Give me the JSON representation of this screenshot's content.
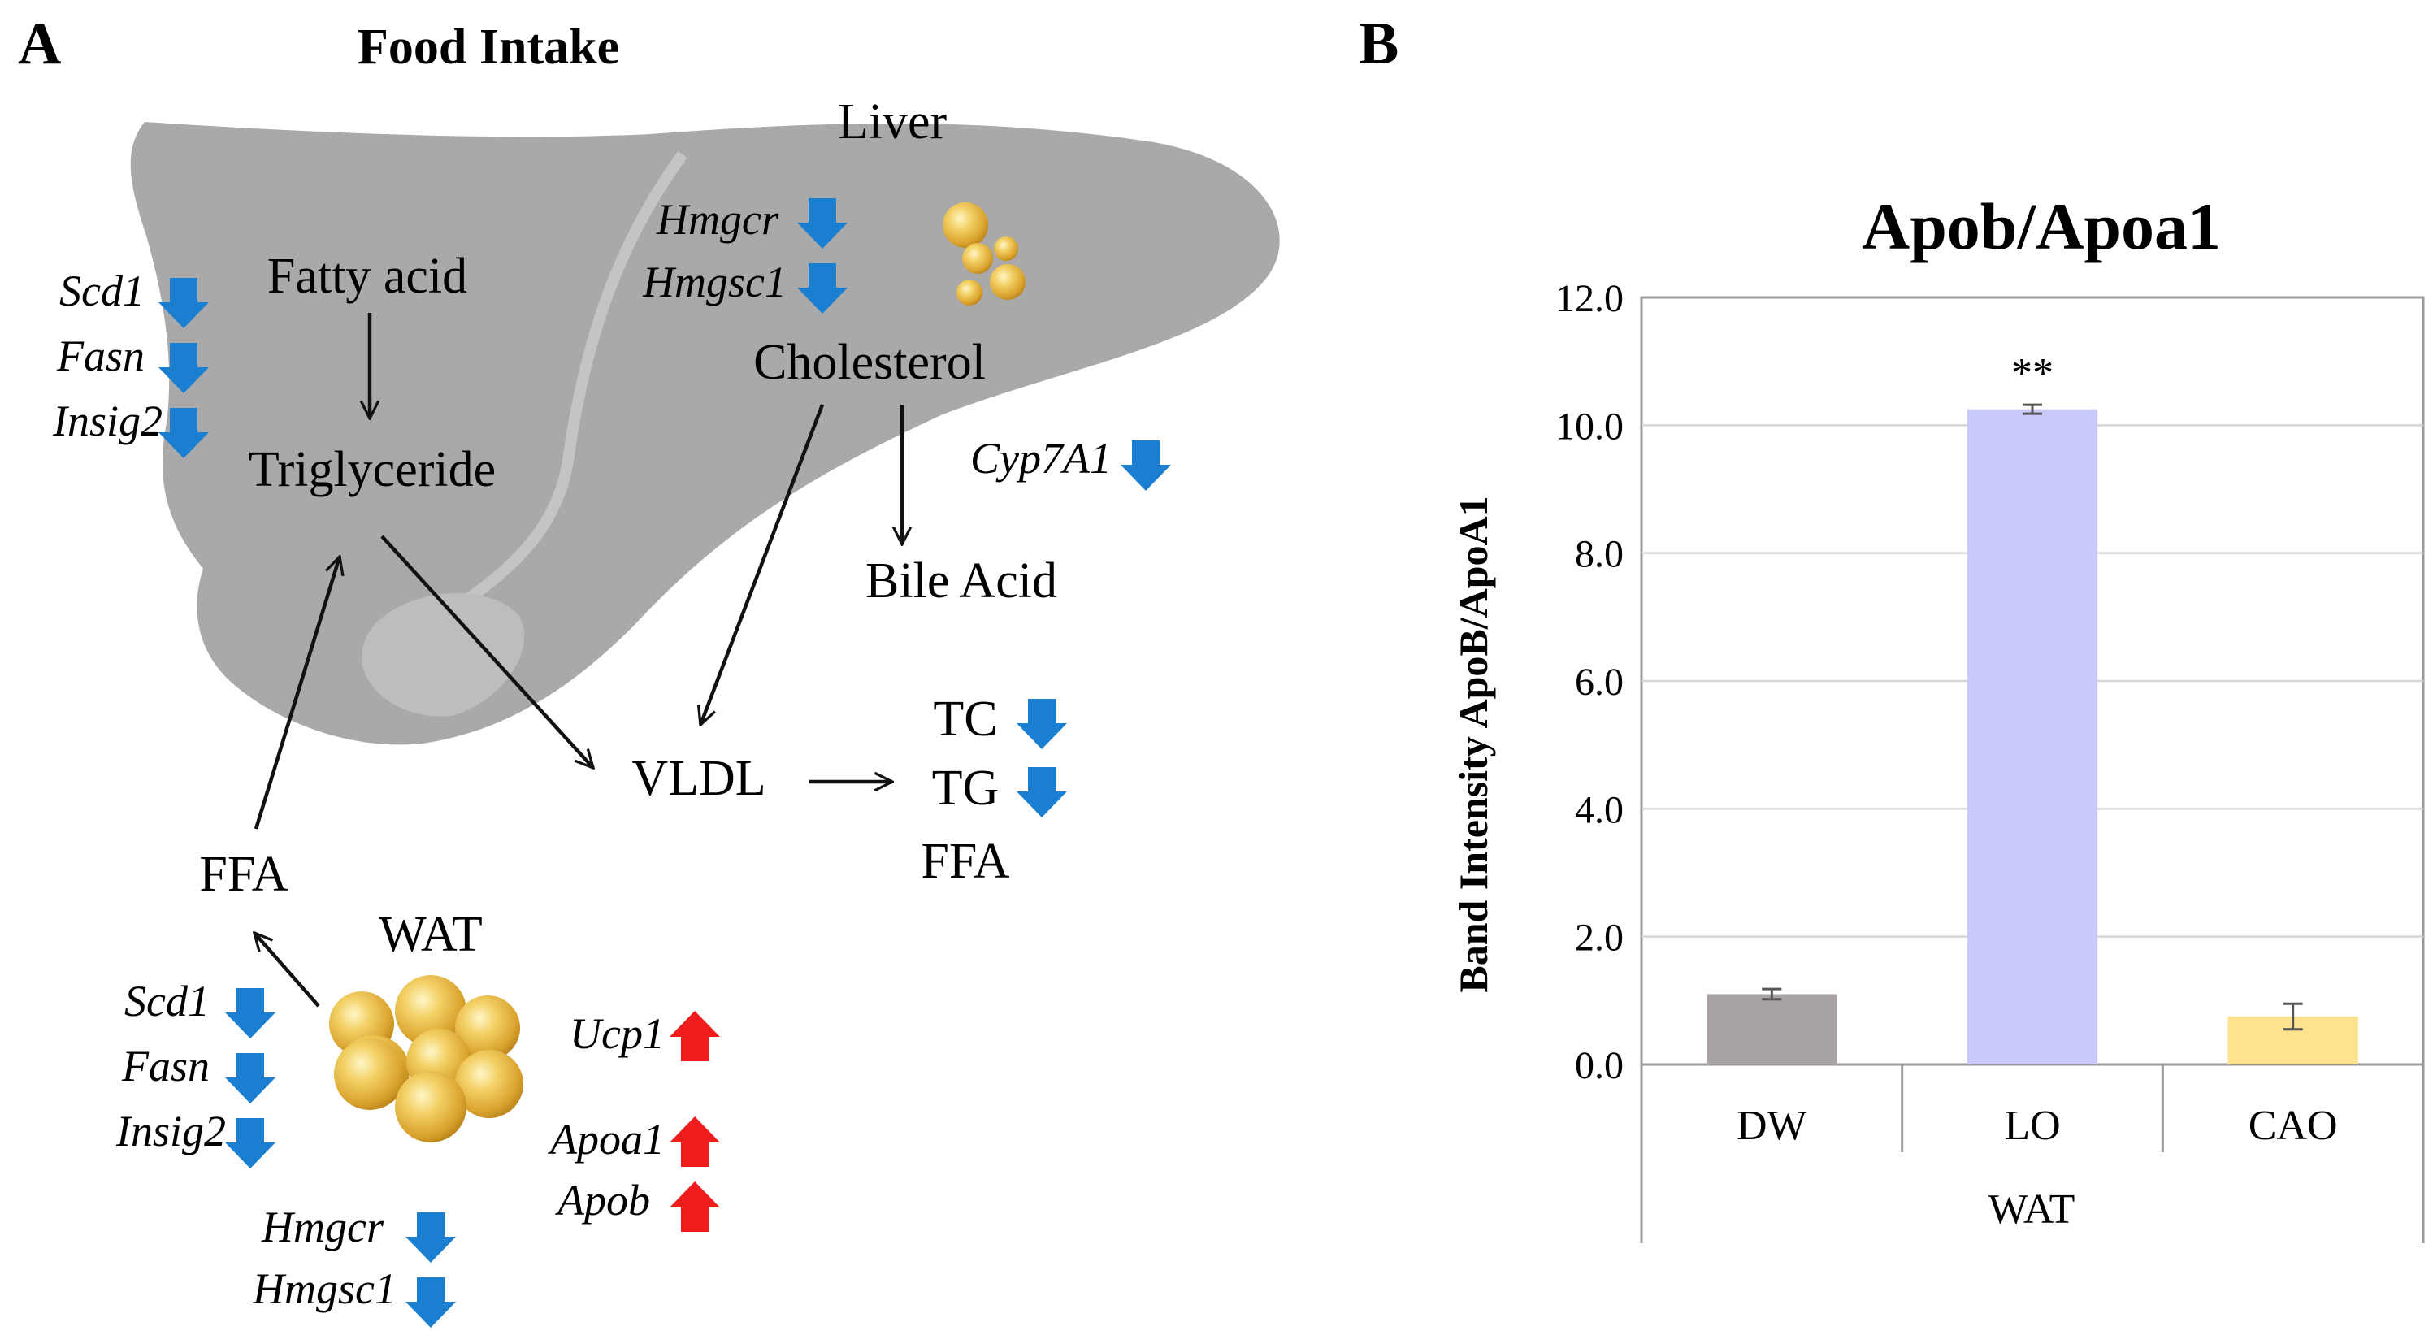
{
  "panel_a": {
    "label": "A",
    "food_intake": "Food Intake",
    "liver": "Liver",
    "fatty_acid": "Fatty acid",
    "triglyceride": "Triglyceride",
    "cholesterol": "Cholesterol",
    "bile_acid": "Bile Acid",
    "vldl": "VLDL",
    "ffa_left": "FFA",
    "wat": "WAT",
    "tc": "TC",
    "tg": "TG",
    "ffa_serum": "FFA",
    "liver_genes_left": [
      "Scd1",
      "Fasn",
      "Insig2"
    ],
    "liver_genes_chol": [
      "Hmgcr",
      "Hmgsc1"
    ],
    "liver_gene_bile": "Cyp7A1",
    "wat_genes_down": [
      "Scd1",
      "Fasn",
      "Insig2"
    ],
    "wat_genes_down2": [
      "Hmgcr",
      "Hmgsc1"
    ],
    "wat_genes_up": [
      "Ucp1",
      "Apoa1",
      "Apob"
    ],
    "colors": {
      "down_arrow": "#1a7fd1",
      "up_arrow": "#ee1c1c",
      "liver": "#a7a7a7",
      "fat": "#e3b23c"
    }
  },
  "panel_b": {
    "label": "B",
    "chart_data": {
      "type": "bar",
      "title": "Apob/Apoa1",
      "ylabel": "Band Intensity ApoB/ApoA1",
      "xlabel": "WAT",
      "categories": [
        "DW",
        "LO",
        "CAO"
      ],
      "values": [
        1.1,
        10.25,
        0.75
      ],
      "errors": [
        0.08,
        0.07,
        0.2
      ],
      "bar_colors": [
        "#aaa3a3",
        "#c9caf9",
        "#fde38d"
      ],
      "annotations": [
        {
          "category": "LO",
          "text": "**"
        }
      ],
      "ylim": [
        0,
        12
      ],
      "yticks": [
        "0.0",
        "2.0",
        "4.0",
        "6.0",
        "8.0",
        "10.0",
        "12.0"
      ],
      "grid": true
    }
  }
}
